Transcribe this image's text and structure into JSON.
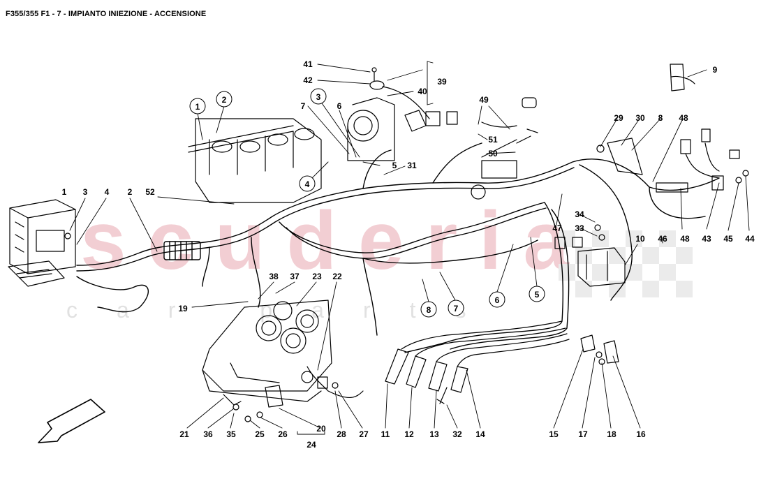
{
  "page": {
    "title": "F355/355 F1 - 7 - IMPIANTO INIEZIONE - ACCENSIONE"
  },
  "watermark": {
    "brand": "scuderia",
    "sub": "car parts",
    "color": "#e2a0a8"
  },
  "callouts": [
    {
      "id": "c-1-a",
      "text": "1"
    },
    {
      "id": "c-2-a",
      "text": "2"
    },
    {
      "id": "c-3-a",
      "text": "3"
    },
    {
      "id": "c-7-a",
      "text": "7"
    },
    {
      "id": "c-3-b",
      "text": "3"
    },
    {
      "id": "c-6-a",
      "text": "6"
    },
    {
      "id": "c-4-a",
      "text": "4"
    },
    {
      "id": "c-5-a",
      "text": "5"
    },
    {
      "id": "c-31",
      "text": "31"
    },
    {
      "id": "c-41",
      "text": "41"
    },
    {
      "id": "c-42",
      "text": "42"
    },
    {
      "id": "c-40",
      "text": "40"
    },
    {
      "id": "c-39",
      "text": "39"
    },
    {
      "id": "c-49",
      "text": "49"
    },
    {
      "id": "c-51",
      "text": "51"
    },
    {
      "id": "c-50",
      "text": "50"
    },
    {
      "id": "c-9",
      "text": "9"
    },
    {
      "id": "c-29",
      "text": "29"
    },
    {
      "id": "c-30",
      "text": "30"
    },
    {
      "id": "c-8-a",
      "text": "8"
    },
    {
      "id": "c-48-a",
      "text": "48"
    },
    {
      "id": "c-1-b",
      "text": "1"
    },
    {
      "id": "c-3-c",
      "text": "3"
    },
    {
      "id": "c-4-b",
      "text": "4"
    },
    {
      "id": "c-2-b",
      "text": "2"
    },
    {
      "id": "c-52",
      "text": "52"
    },
    {
      "id": "c-34",
      "text": "34"
    },
    {
      "id": "c-33",
      "text": "33"
    },
    {
      "id": "c-47",
      "text": "47"
    },
    {
      "id": "c-10",
      "text": "10"
    },
    {
      "id": "c-46",
      "text": "46"
    },
    {
      "id": "c-48-b",
      "text": "48"
    },
    {
      "id": "c-43",
      "text": "43"
    },
    {
      "id": "c-45",
      "text": "45"
    },
    {
      "id": "c-44",
      "text": "44"
    },
    {
      "id": "c-38",
      "text": "38"
    },
    {
      "id": "c-37",
      "text": "37"
    },
    {
      "id": "c-23",
      "text": "23"
    },
    {
      "id": "c-22",
      "text": "22"
    },
    {
      "id": "c-19",
      "text": "19"
    },
    {
      "id": "c-8-b",
      "text": "8"
    },
    {
      "id": "c-7-b",
      "text": "7"
    },
    {
      "id": "c-6-b",
      "text": "6"
    },
    {
      "id": "c-5-b",
      "text": "5"
    },
    {
      "id": "c-21",
      "text": "21"
    },
    {
      "id": "c-36",
      "text": "36"
    },
    {
      "id": "c-35",
      "text": "35"
    },
    {
      "id": "c-25",
      "text": "25"
    },
    {
      "id": "c-26",
      "text": "26"
    },
    {
      "id": "c-20",
      "text": "20"
    },
    {
      "id": "c-24",
      "text": "24"
    },
    {
      "id": "c-28",
      "text": "28"
    },
    {
      "id": "c-27",
      "text": "27"
    },
    {
      "id": "c-11",
      "text": "11"
    },
    {
      "id": "c-12",
      "text": "12"
    },
    {
      "id": "c-13",
      "text": "13"
    },
    {
      "id": "c-32",
      "text": "32"
    },
    {
      "id": "c-14",
      "text": "14"
    },
    {
      "id": "c-15",
      "text": "15"
    },
    {
      "id": "c-17",
      "text": "17"
    },
    {
      "id": "c-18",
      "text": "18"
    },
    {
      "id": "c-16",
      "text": "16"
    }
  ]
}
